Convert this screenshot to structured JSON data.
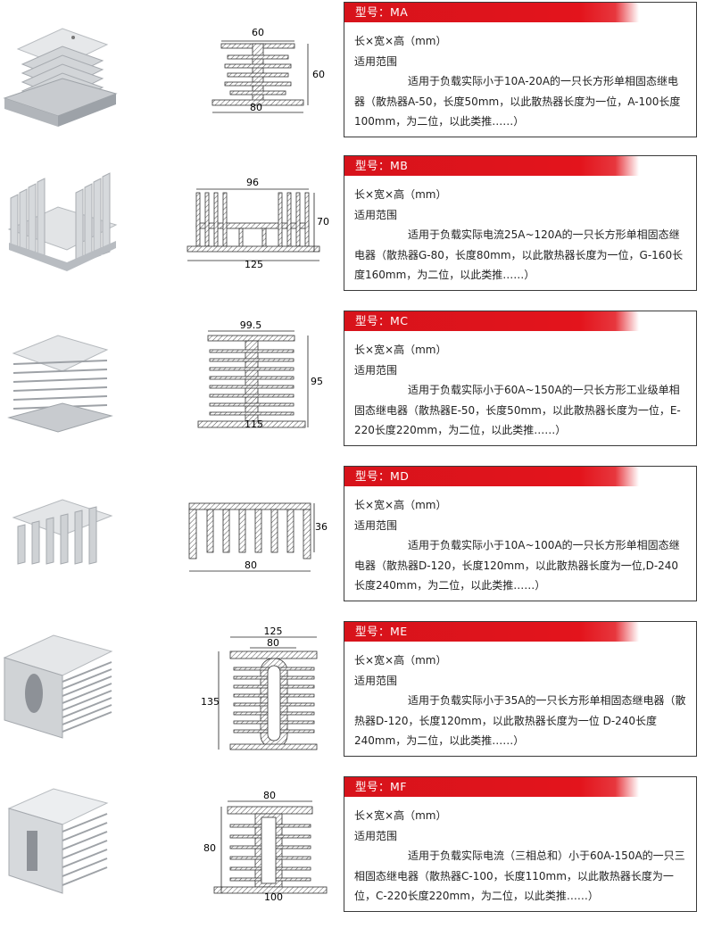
{
  "items": [
    {
      "model": "型号：MA",
      "dims_label": "长×宽×高（mm）",
      "scope_label": "适用范围",
      "desc": "适用于负载实际小于10A-20A的一只长方形单相固态继电器（散热器A-50，长度50mm，以此散热器长度为一位，A-100长度100mm，为二位，以此类推……）",
      "dim_top": "60",
      "dim_side": "60",
      "dim_bottom": "80"
    },
    {
      "model": "型号：MB",
      "dims_label": "长×宽×高（mm）",
      "scope_label": "适用范围",
      "desc": "适用于负载实际电流25A~120A的一只长方形单相固态继电器（散热器G-80，长度80mm，以此散热器长度为一位，G-160长度160mm，为二位，以此类推……）",
      "dim_top": "96",
      "dim_side": "70",
      "dim_bottom": "125"
    },
    {
      "model": "型号：MC",
      "dims_label": "长×宽×高（mm）",
      "scope_label": "适用范围",
      "desc": "适用于负载实际小于60A~150A的一只长方形工业级单相固态继电器（散热器E-50，长度50mm，以此散热器长度为一位，E-220长度220mm，为二位，以此类推……）",
      "dim_top": "99.5",
      "dim_side": "95",
      "dim_bottom": "115"
    },
    {
      "model": "型号：MD",
      "dims_label": "长×宽×高（mm）",
      "scope_label": "适用范围",
      "desc": "适用于负载实际小于10A~100A的一只长方形单相固态继电器（散热器D-120，长度120mm，以此散热器长度为一位,D-240长度240mm，为二位，以此类推……）",
      "dim_top": "",
      "dim_side": "36",
      "dim_bottom": "80"
    },
    {
      "model": "型号：ME",
      "dims_label": "长×宽×高（mm）",
      "scope_label": "适用范围",
      "desc": "适用于负载实际小于35A的一只长方形单相固态继电器（散热器D-120，长度120mm，以此散热器长度为一位 D-240长度240mm，为二位，以此类推……）",
      "dim_top": "125",
      "dim_top2": "80",
      "dim_side": "135",
      "dim_bottom": ""
    },
    {
      "model": "型号：MF",
      "dims_label": "长×宽×高（mm）",
      "scope_label": "适用范围",
      "desc": "适用于负载实际电流（三相总和）小于60A-150A的一只三相固态继电器（散热器C-100，长度110mm，以此散热器长度为一位，C-220长度220mm，为二位，以此类推……）",
      "dim_top": "80",
      "dim_side": "80",
      "dim_bottom": "100"
    }
  ]
}
